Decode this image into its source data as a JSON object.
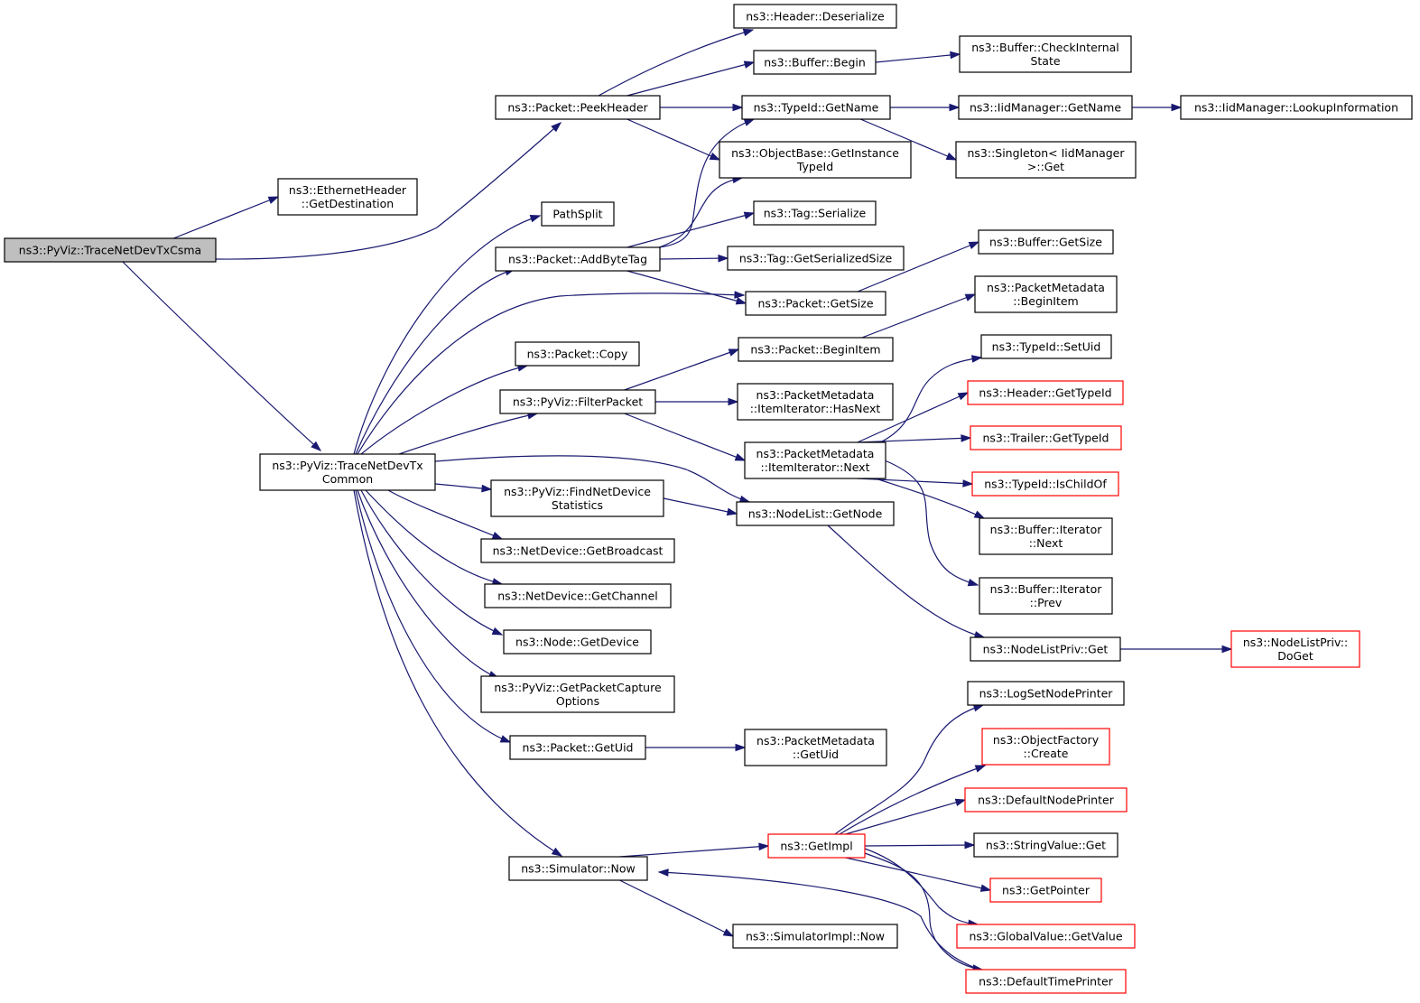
{
  "colors": {
    "edge": "#191970",
    "border_default": "#000000",
    "border_truncated": "#ff0000",
    "fill_default": "#ffffff",
    "fill_root": "#bfbfbf"
  },
  "nodes": [
    {
      "id": "root",
      "lines": [
        "ns3::PyViz::TraceNetDevTxCsma"
      ],
      "style": "root"
    },
    {
      "id": "ethGetDest",
      "lines": [
        "ns3::EthernetHeader",
        "::GetDestination"
      ],
      "style": "normal"
    },
    {
      "id": "peekHeader",
      "lines": [
        "ns3::Packet::PeekHeader"
      ],
      "style": "normal"
    },
    {
      "id": "hdrDeser",
      "lines": [
        "ns3::Header::Deserialize"
      ],
      "style": "normal"
    },
    {
      "id": "bufBegin",
      "lines": [
        "ns3::Buffer::Begin"
      ],
      "style": "normal"
    },
    {
      "id": "bufCheck",
      "lines": [
        "ns3::Buffer::CheckInternal",
        "State"
      ],
      "style": "normal"
    },
    {
      "id": "tidGetName",
      "lines": [
        "ns3::TypeId::GetName"
      ],
      "style": "normal"
    },
    {
      "id": "iidGetName",
      "lines": [
        "ns3::IidManager::GetName"
      ],
      "style": "normal"
    },
    {
      "id": "iidLookup",
      "lines": [
        "ns3::IidManager::LookupInformation"
      ],
      "style": "normal"
    },
    {
      "id": "objGetInst",
      "lines": [
        "ns3::ObjectBase::GetInstance",
        "TypeId"
      ],
      "style": "normal"
    },
    {
      "id": "singletonGet",
      "lines": [
        "ns3::Singleton< IidManager",
        " >::Get"
      ],
      "style": "normal"
    },
    {
      "id": "pathSplit",
      "lines": [
        "PathSplit"
      ],
      "style": "normal"
    },
    {
      "id": "tagSer",
      "lines": [
        "ns3::Tag::Serialize"
      ],
      "style": "normal"
    },
    {
      "id": "addByteTag",
      "lines": [
        "ns3::Packet::AddByteTag"
      ],
      "style": "normal"
    },
    {
      "id": "tagGetSize",
      "lines": [
        "ns3::Tag::GetSerializedSize"
      ],
      "style": "normal"
    },
    {
      "id": "bufGetSize",
      "lines": [
        "ns3::Buffer::GetSize"
      ],
      "style": "normal"
    },
    {
      "id": "pktGetSize",
      "lines": [
        "ns3::Packet::GetSize"
      ],
      "style": "normal"
    },
    {
      "id": "pmBeginItem",
      "lines": [
        "ns3::PacketMetadata",
        "::BeginItem"
      ],
      "style": "normal"
    },
    {
      "id": "pktCopy",
      "lines": [
        "ns3::Packet::Copy"
      ],
      "style": "normal"
    },
    {
      "id": "tidSetUid",
      "lines": [
        "ns3::TypeId::SetUid"
      ],
      "style": "normal"
    },
    {
      "id": "pktBeginItem",
      "lines": [
        "ns3::Packet::BeginItem"
      ],
      "style": "normal"
    },
    {
      "id": "hdrGetTid",
      "lines": [
        "ns3::Header::GetTypeId"
      ],
      "style": "truncated"
    },
    {
      "id": "filterPacket",
      "lines": [
        "ns3::PyViz::FilterPacket"
      ],
      "style": "normal"
    },
    {
      "id": "itHasNext",
      "lines": [
        "ns3::PacketMetadata",
        "::ItemIterator::HasNext"
      ],
      "style": "normal"
    },
    {
      "id": "trlGetTid",
      "lines": [
        "ns3::Trailer::GetTypeId"
      ],
      "style": "truncated"
    },
    {
      "id": "itNext",
      "lines": [
        "ns3::PacketMetadata",
        "::ItemIterator::Next"
      ],
      "style": "normal"
    },
    {
      "id": "txCommon",
      "lines": [
        "ns3::PyViz::TraceNetDevTx",
        "Common"
      ],
      "style": "normal"
    },
    {
      "id": "tidIsChild",
      "lines": [
        "ns3::TypeId::IsChildOf"
      ],
      "style": "truncated"
    },
    {
      "id": "findStats",
      "lines": [
        "ns3::PyViz::FindNetDevice",
        "Statistics"
      ],
      "style": "normal"
    },
    {
      "id": "nlGetNode",
      "lines": [
        "ns3::NodeList::GetNode"
      ],
      "style": "normal"
    },
    {
      "id": "bufItNext",
      "lines": [
        "ns3::Buffer::Iterator",
        "::Next"
      ],
      "style": "normal"
    },
    {
      "id": "ndGetBcast",
      "lines": [
        "ns3::NetDevice::GetBroadcast"
      ],
      "style": "normal"
    },
    {
      "id": "bufItPrev",
      "lines": [
        "ns3::Buffer::Iterator",
        "::Prev"
      ],
      "style": "normal"
    },
    {
      "id": "ndGetChan",
      "lines": [
        "ns3::NetDevice::GetChannel"
      ],
      "style": "normal"
    },
    {
      "id": "nodeGetDev",
      "lines": [
        "ns3::Node::GetDevice"
      ],
      "style": "normal"
    },
    {
      "id": "nlpGet",
      "lines": [
        "ns3::NodeListPriv::Get"
      ],
      "style": "normal"
    },
    {
      "id": "nlpDoGet",
      "lines": [
        "ns3::NodeListPriv::",
        "DoGet"
      ],
      "style": "truncated"
    },
    {
      "id": "getCapOpts",
      "lines": [
        "ns3::PyViz::GetPacketCapture",
        "Options"
      ],
      "style": "normal"
    },
    {
      "id": "logSetNP",
      "lines": [
        "ns3::LogSetNodePrinter"
      ],
      "style": "normal"
    },
    {
      "id": "pktGetUid",
      "lines": [
        "ns3::Packet::GetUid"
      ],
      "style": "normal"
    },
    {
      "id": "pmGetUid",
      "lines": [
        "ns3::PacketMetadata",
        "::GetUid"
      ],
      "style": "normal"
    },
    {
      "id": "ofCreate",
      "lines": [
        "ns3::ObjectFactory",
        "::Create"
      ],
      "style": "truncated"
    },
    {
      "id": "defNodePr",
      "lines": [
        "ns3::DefaultNodePrinter"
      ],
      "style": "truncated"
    },
    {
      "id": "getImpl",
      "lines": [
        "ns3::GetImpl"
      ],
      "style": "truncated"
    },
    {
      "id": "strValGet",
      "lines": [
        "ns3::StringValue::Get"
      ],
      "style": "normal"
    },
    {
      "id": "simNow",
      "lines": [
        "ns3::Simulator::Now"
      ],
      "style": "normal"
    },
    {
      "id": "getPtr",
      "lines": [
        "ns3::GetPointer"
      ],
      "style": "truncated"
    },
    {
      "id": "gvGetValue",
      "lines": [
        "ns3::GlobalValue::GetValue"
      ],
      "style": "truncated"
    },
    {
      "id": "simImplNow",
      "lines": [
        "ns3::SimulatorImpl::Now"
      ],
      "style": "normal"
    },
    {
      "id": "defTimePr",
      "lines": [
        "ns3::DefaultTimePrinter"
      ],
      "style": "truncated"
    }
  ],
  "edges": [
    {
      "from": "root",
      "to": "ethGetDest"
    },
    {
      "from": "root",
      "to": "peekHeader"
    },
    {
      "from": "root",
      "to": "txCommon"
    },
    {
      "from": "peekHeader",
      "to": "hdrDeser"
    },
    {
      "from": "peekHeader",
      "to": "bufBegin"
    },
    {
      "from": "peekHeader",
      "to": "tidGetName"
    },
    {
      "from": "peekHeader",
      "to": "objGetInst"
    },
    {
      "from": "bufBegin",
      "to": "bufCheck"
    },
    {
      "from": "tidGetName",
      "to": "iidGetName"
    },
    {
      "from": "tidGetName",
      "to": "singletonGet"
    },
    {
      "from": "iidGetName",
      "to": "iidLookup"
    },
    {
      "from": "addByteTag",
      "to": "tidGetName"
    },
    {
      "from": "addByteTag",
      "to": "objGetInst"
    },
    {
      "from": "addByteTag",
      "to": "tagSer"
    },
    {
      "from": "addByteTag",
      "to": "tagGetSize"
    },
    {
      "from": "addByteTag",
      "to": "pktGetSize"
    },
    {
      "from": "pktGetSize",
      "to": "bufGetSize"
    },
    {
      "from": "pktBeginItem",
      "to": "pmBeginItem"
    },
    {
      "from": "filterPacket",
      "to": "pktBeginItem"
    },
    {
      "from": "filterPacket",
      "to": "itHasNext"
    },
    {
      "from": "filterPacket",
      "to": "itNext"
    },
    {
      "from": "itNext",
      "to": "tidSetUid"
    },
    {
      "from": "itNext",
      "to": "hdrGetTid"
    },
    {
      "from": "itNext",
      "to": "trlGetTid"
    },
    {
      "from": "itNext",
      "to": "tidIsChild"
    },
    {
      "from": "itNext",
      "to": "bufItNext"
    },
    {
      "from": "itNext",
      "to": "bufItPrev"
    },
    {
      "from": "txCommon",
      "to": "pathSplit"
    },
    {
      "from": "txCommon",
      "to": "addByteTag"
    },
    {
      "from": "txCommon",
      "to": "pktGetSize"
    },
    {
      "from": "txCommon",
      "to": "pktCopy"
    },
    {
      "from": "txCommon",
      "to": "filterPacket"
    },
    {
      "from": "txCommon",
      "to": "nlGetNode"
    },
    {
      "from": "txCommon",
      "to": "findStats"
    },
    {
      "from": "txCommon",
      "to": "ndGetBcast"
    },
    {
      "from": "txCommon",
      "to": "ndGetChan"
    },
    {
      "from": "txCommon",
      "to": "nodeGetDev"
    },
    {
      "from": "txCommon",
      "to": "getCapOpts"
    },
    {
      "from": "txCommon",
      "to": "pktGetUid"
    },
    {
      "from": "txCommon",
      "to": "simNow"
    },
    {
      "from": "findStats",
      "to": "nlGetNode"
    },
    {
      "from": "nlGetNode",
      "to": "nlpGet"
    },
    {
      "from": "nlpGet",
      "to": "nlpDoGet"
    },
    {
      "from": "pktGetUid",
      "to": "pmGetUid"
    },
    {
      "from": "simNow",
      "to": "getImpl"
    },
    {
      "from": "simNow",
      "to": "simImplNow"
    },
    {
      "from": "getImpl",
      "to": "logSetNP"
    },
    {
      "from": "getImpl",
      "to": "ofCreate"
    },
    {
      "from": "getImpl",
      "to": "defNodePr"
    },
    {
      "from": "getImpl",
      "to": "strValGet"
    },
    {
      "from": "getImpl",
      "to": "getPtr"
    },
    {
      "from": "getImpl",
      "to": "gvGetValue"
    },
    {
      "from": "getImpl",
      "to": "defTimePr"
    },
    {
      "from": "defTimePr",
      "to": "simNow"
    }
  ]
}
